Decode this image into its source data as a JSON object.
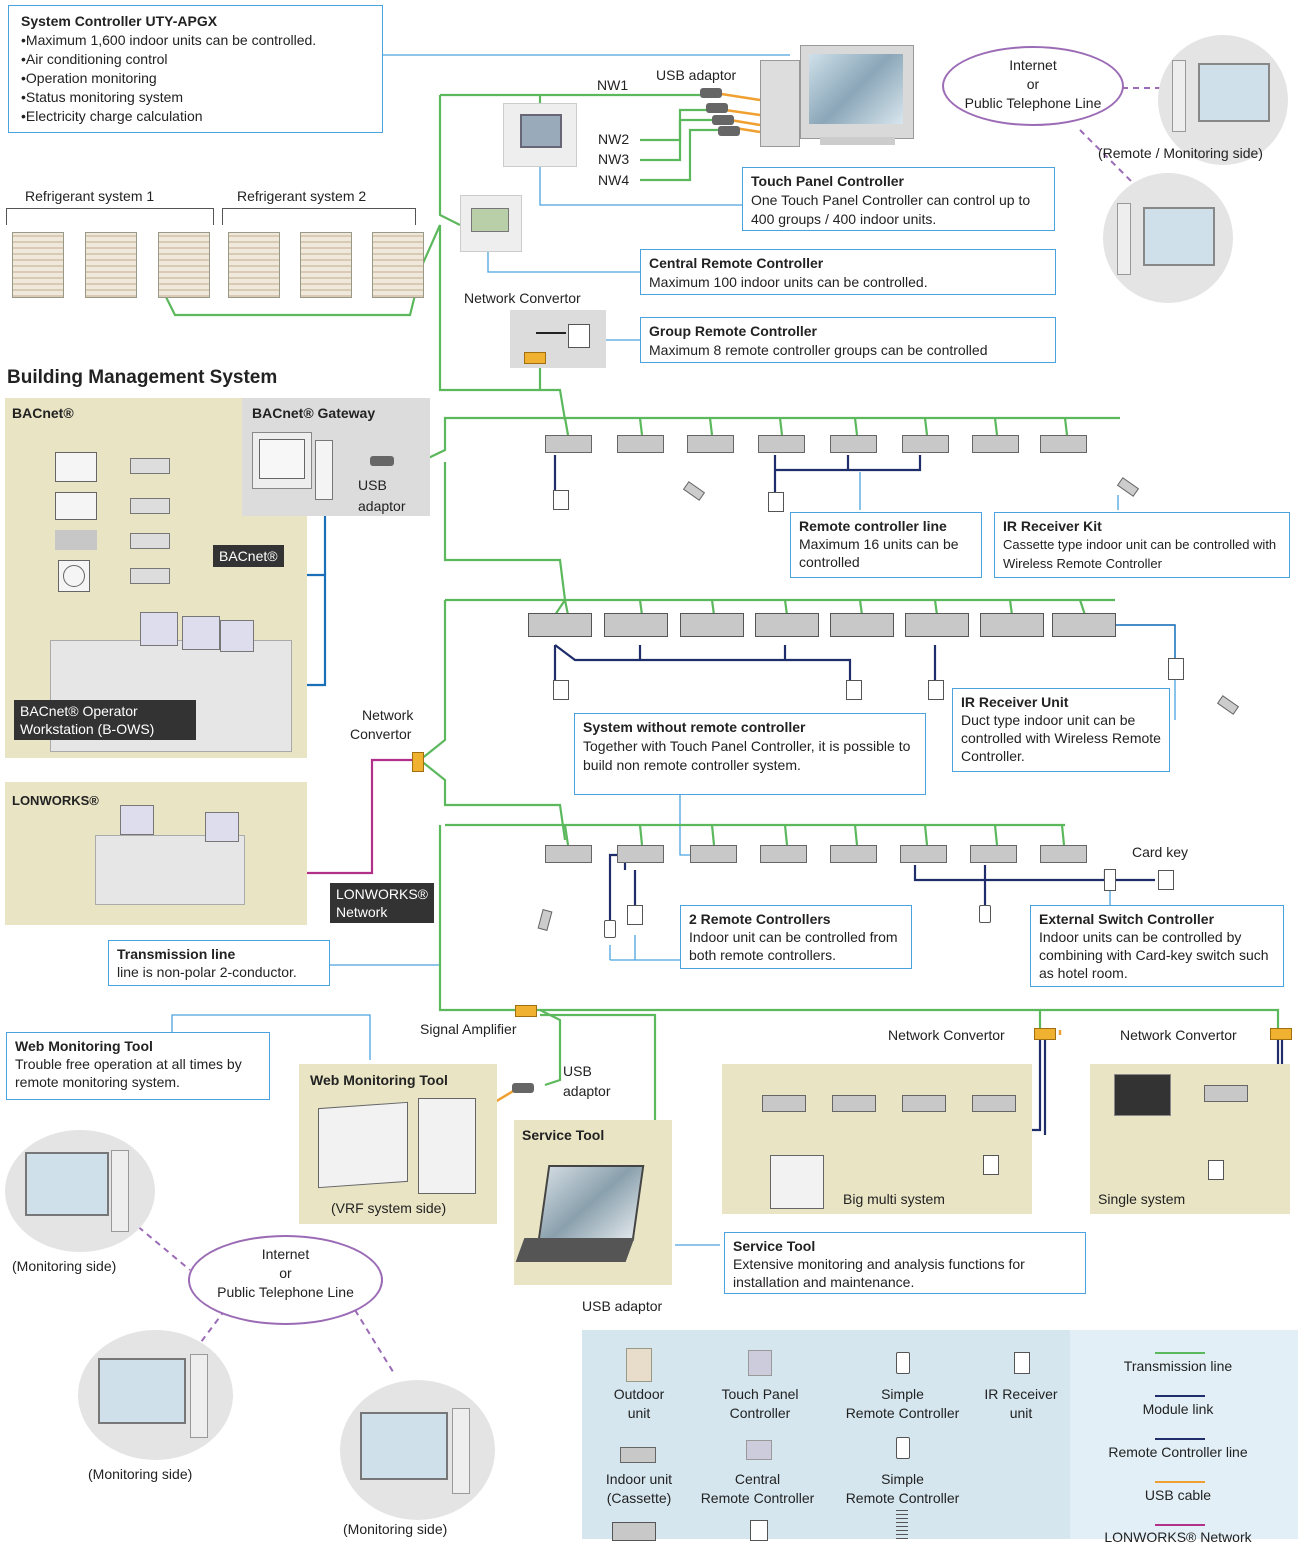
{
  "system_controller": {
    "title": "System Controller UTY-APGX",
    "lines": [
      "•Maximum 1,600 indoor units can be controlled.",
      "•Air conditioning control",
      "•Operation monitoring",
      "•Status monitoring system",
      "•Electricity charge calculation"
    ]
  },
  "labels": {
    "nw1": "NW1",
    "nw2": "NW2",
    "nw3": "NW3",
    "nw4": "NW4",
    "usb_adaptor_top": "USB adaptor",
    "refrigerant1": "Refrigerant system 1",
    "refrigerant2": "Refrigerant system 2",
    "network_convertor_top": "Network Convertor",
    "remote_monitoring_side": "(Remote / Monitoring side)",
    "bms_title": "Building Management System",
    "bacnet": "BACnet®",
    "bacnet_gateway": "BACnet® Gateway",
    "usb": "USB",
    "adaptor": "adaptor",
    "bacnet_line": "BACnet®",
    "bows": [
      "BACnet® Operator",
      "Workstation (B-OWS)"
    ],
    "network_convertor_mid": [
      "Network",
      "Convertor"
    ],
    "lonworks": "LONWORKS®",
    "lonworks_network": [
      "LONWORKS®",
      "Network"
    ],
    "card_key": "Card key",
    "signal_amplifier": "Signal Amplifier",
    "usb_adaptor_mid": [
      "USB",
      "adaptor"
    ],
    "network_convertor_a": "Network Convertor",
    "network_convertor_b": "Network Convertor",
    "web_tool_panel": "Web Monitoring Tool",
    "vrf_side": "(VRF system side)",
    "service_tool_panel": "Service Tool",
    "usb_adaptor_bottom": "USB adaptor",
    "big_multi": "Big multi system",
    "single_system": "Single system",
    "monitoring_side_1": "(Monitoring side)",
    "monitoring_side_2": "(Monitoring side)",
    "monitoring_side_3": "(Monitoring side)"
  },
  "internet_top": [
    "Internet",
    "or",
    "Public Telephone Line"
  ],
  "internet_bottom": [
    "Internet",
    "or",
    "Public Telephone Line"
  ],
  "callouts": {
    "touch_panel": {
      "title": "Touch Panel Controller",
      "text": "One Touch Panel Controller can control up to 400 groups / 400 indoor units."
    },
    "central_remote": {
      "title": "Central Remote Controller",
      "text": "Maximum 100 indoor units can be controlled."
    },
    "group_remote": {
      "title": "Group Remote Controller",
      "text": "Maximum 8 remote controller groups can be controlled"
    },
    "remote_line": {
      "title": "Remote controller line",
      "text": "Maximum 16 units can be controlled"
    },
    "ir_kit": {
      "title": "IR Receiver Kit",
      "text": "Cassette type indoor unit can be controlled with Wireless Remote Controller"
    },
    "ir_unit": {
      "title": "IR Receiver Unit",
      "text": "Duct type indoor unit can be controlled with Wireless Remote Controller."
    },
    "no_remote": {
      "title": "System without remote controller",
      "text": "Together with Touch Panel Controller, it is possible to build non remote controller system."
    },
    "two_remote": {
      "title": "2 Remote Controllers",
      "text": "Indoor unit can be controlled from both remote controllers."
    },
    "ext_switch": {
      "title": "External Switch Controller",
      "text": "Indoor units can be controlled by combining with Card-key switch such as hotel room."
    },
    "transmission": {
      "title": "Transmission line",
      "text": "line is non-polar 2-conductor."
    },
    "web_tool": {
      "title": "Web Monitoring Tool",
      "text": "Trouble free operation at all times by remote monitoring system."
    },
    "service_tool": {
      "title": "Service Tool",
      "text": "Extensive monitoring and analysis functions for installation and maintenance."
    }
  },
  "legend": {
    "devices": [
      {
        "line1": "Outdoor",
        "line2": "unit"
      },
      {
        "line1": "Touch Panel",
        "line2": "Controller"
      },
      {
        "line1": "Simple",
        "line2": "Remote Controller"
      },
      {
        "line1": "IR Receiver",
        "line2": "unit"
      },
      {
        "line1": "Indoor unit",
        "line2": "(Cassette)"
      },
      {
        "line1": "Central",
        "line2": "Remote Controller"
      },
      {
        "line1": "Simple",
        "line2": "Remote Controller"
      }
    ],
    "lines": [
      {
        "label": "Transmission line",
        "color": "#5cb85c"
      },
      {
        "label": "Module link",
        "color": "#1f2d6b"
      },
      {
        "label": "Remote Controller line",
        "color": "#1f2d6b"
      },
      {
        "label": "USB cable",
        "color": "#f0a030"
      },
      {
        "label": "LONWORKS® Network",
        "color": "#b0308a"
      }
    ]
  },
  "colors": {
    "transmission": "#5cb85c",
    "module": "#1f2d6b",
    "usb": "#f0a030",
    "lon": "#b0308a",
    "bacnet": "#1a6fb8",
    "callout": "#4aa3df",
    "internet": "#9b6bb5"
  }
}
